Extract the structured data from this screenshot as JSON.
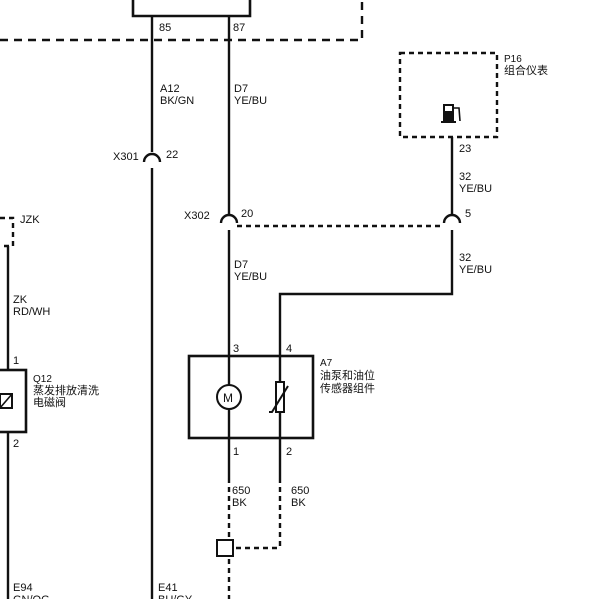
{
  "top_pins": {
    "left": "85",
    "right": "87"
  },
  "wire_a12": {
    "circuit": "A12",
    "color": "BK/GN"
  },
  "wire_d7_top": {
    "circuit": "D7",
    "color": "YE/BU"
  },
  "x301": {
    "name": "X301",
    "pin": "22"
  },
  "x302": {
    "name": "X302",
    "pin_left": "20",
    "pin_right": "5"
  },
  "p16": {
    "id": "P16",
    "name": "组合仪表",
    "pin": "23"
  },
  "wire_32_top": {
    "circuit": "32",
    "color": "YE/BU"
  },
  "wire_32_bottom": {
    "circuit": "32",
    "color": "YE/BU"
  },
  "wire_d7_bottom": {
    "circuit": "D7",
    "color": "YE/BU"
  },
  "jzk": {
    "label": "JZK"
  },
  "wire_zk": {
    "circuit": "ZK",
    "color": "RD/WH"
  },
  "q12": {
    "id": "Q12",
    "line1": "蒸发排放清洗",
    "line2": "电磁阀",
    "pin_top": "1",
    "pin_bottom": "2"
  },
  "a7": {
    "id": "A7",
    "line1": "油泵和油位",
    "line2": "传感器组件",
    "pin3": "3",
    "pin4": "4",
    "pin1": "1",
    "pin2": "2",
    "motor_symbol": "M"
  },
  "wire_650_left": {
    "circuit": "650",
    "color": "BK"
  },
  "wire_650_right": {
    "circuit": "650",
    "color": "BK"
  },
  "e94": {
    "circuit": "E94",
    "color": "GN/OG"
  },
  "e41": {
    "circuit": "E41",
    "color": "BU/GY"
  },
  "icons": {
    "fuel_gauge": "fuel-pump-icon",
    "motor": "motor-icon",
    "sensor": "variable-resistor-icon",
    "ground": "ground-terminal-icon"
  }
}
